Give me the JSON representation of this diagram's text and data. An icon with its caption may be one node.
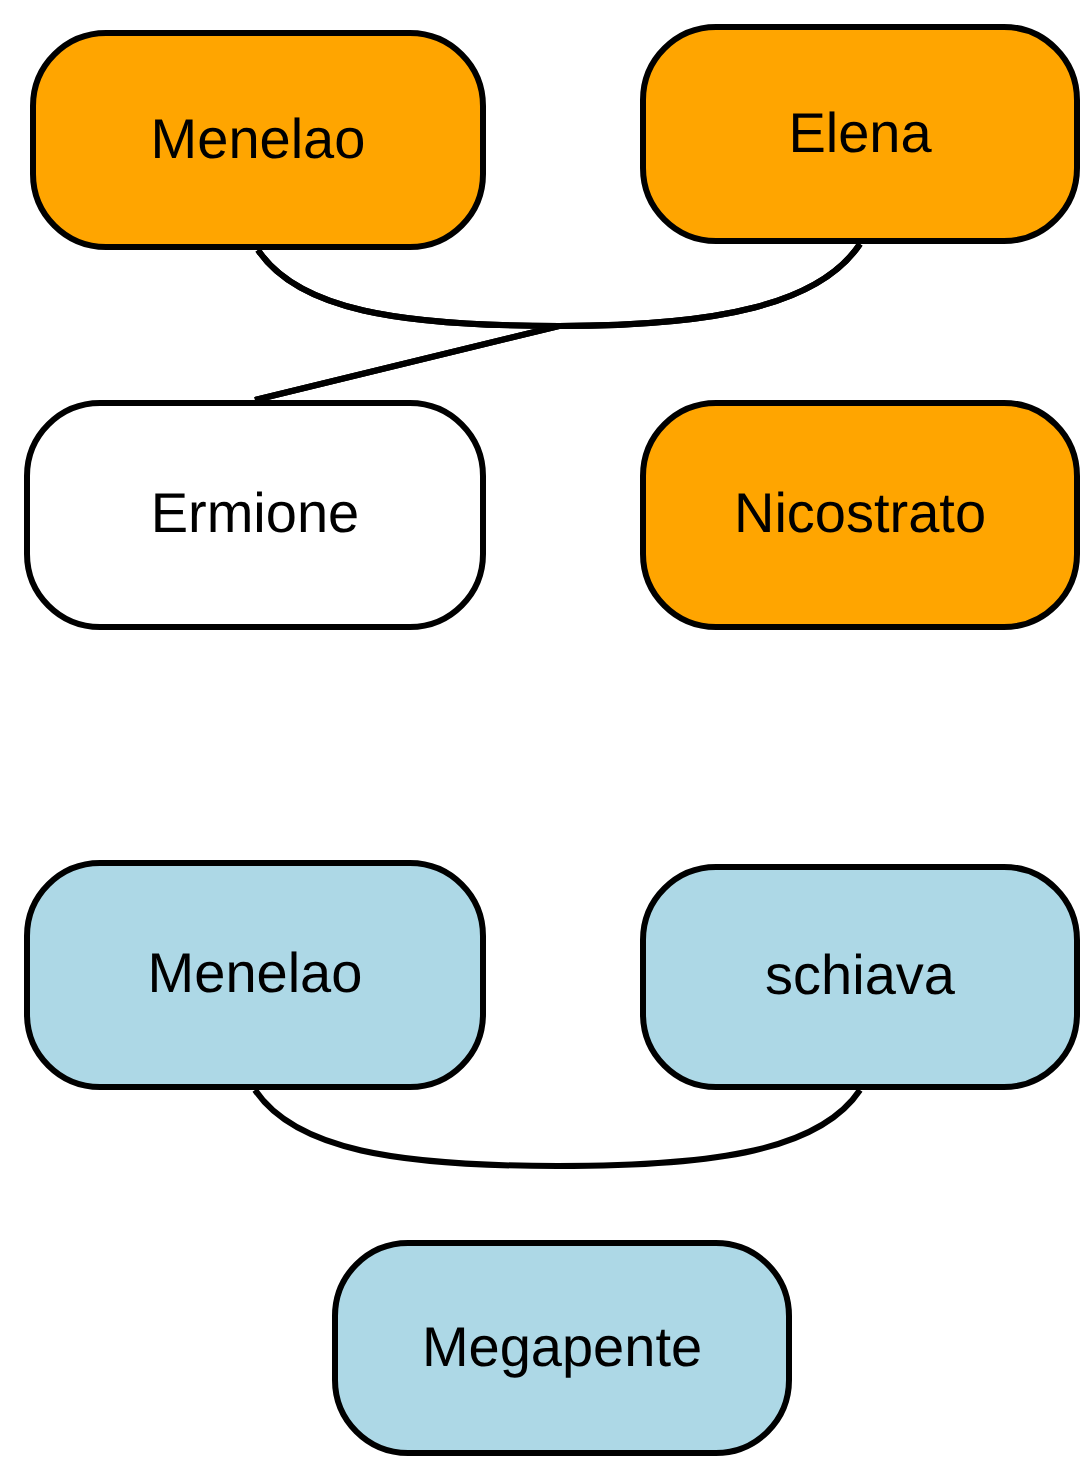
{
  "diagram": {
    "nodes": [
      {
        "text": [
          "Menelao"
        ]
      },
      {
        "text": [
          "Elena"
        ]
      },
      {
        "text": [
          "Ermione"
        ]
      },
      {
        "text": [
          "Nicostrato"
        ]
      },
      {
        "text": [
          "Menelao"
        ]
      },
      {
        "text": [
          "schiava"
        ]
      },
      {
        "text": [
          "Megapente"
        ]
      }
    ],
    "edges": [
      {
        "from": 0,
        "to": 1,
        "arrow": "none"
      },
      {
        "from": 0,
        "to": 2,
        "arrow": "none"
      },
      {
        "from": 1,
        "to": 2,
        "arrow": "none"
      },
      {
        "from": 4,
        "to": 5,
        "arrow": "none"
      }
    ]
  }
}
